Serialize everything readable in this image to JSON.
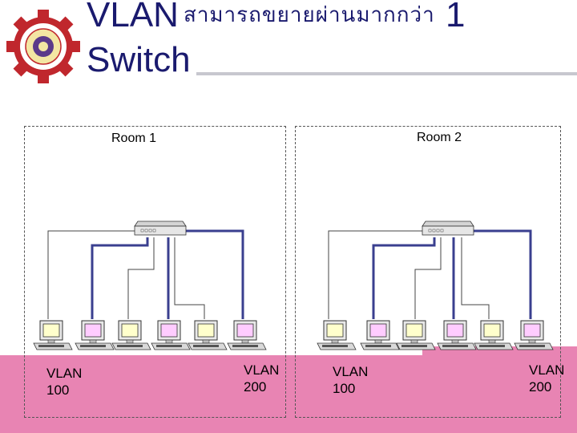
{
  "slide": {
    "title_vlan": "VLAN",
    "title_thai": "สามารถขยายผ่านมากกว่า",
    "title_number": "1",
    "title_switch": "Switch"
  },
  "rooms": [
    {
      "label": "Room 1",
      "vlan_left": "VLAN 100",
      "vlan_right": "VLAN 200"
    },
    {
      "label": "Room 2",
      "vlan_left": "VLAN 100",
      "vlan_right": "VLAN 200"
    }
  ],
  "colors": {
    "title": "#1a1a6e",
    "vlan_band": "#e884b3",
    "vlan100_line": "#444444",
    "vlan200_line": "#3a3f8f",
    "pc_vlan100": "#ffffcc",
    "pc_vlan200": "#ffccff"
  }
}
